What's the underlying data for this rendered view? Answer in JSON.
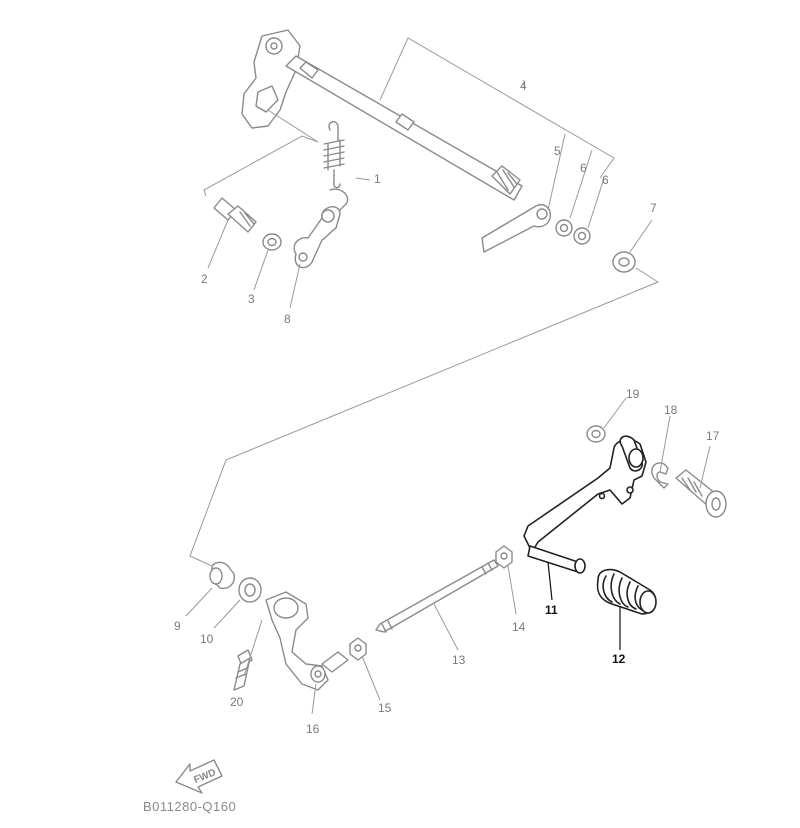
{
  "diagram": {
    "drawing_code": "B011280-Q160",
    "fwd_label": "FWD",
    "callouts": [
      {
        "id": "c1",
        "label": "1",
        "highlight": false
      },
      {
        "id": "c2",
        "label": "2",
        "highlight": false
      },
      {
        "id": "c3",
        "label": "3",
        "highlight": false
      },
      {
        "id": "c4",
        "label": "4",
        "highlight": false
      },
      {
        "id": "c5",
        "label": "5",
        "highlight": false
      },
      {
        "id": "c6a",
        "label": "6",
        "highlight": false
      },
      {
        "id": "c6b",
        "label": "6",
        "highlight": false
      },
      {
        "id": "c7",
        "label": "7",
        "highlight": false
      },
      {
        "id": "c8",
        "label": "8",
        "highlight": false
      },
      {
        "id": "c9",
        "label": "9",
        "highlight": false
      },
      {
        "id": "c10",
        "label": "10",
        "highlight": false
      },
      {
        "id": "c11",
        "label": "11",
        "highlight": true
      },
      {
        "id": "c12",
        "label": "12",
        "highlight": true
      },
      {
        "id": "c13",
        "label": "13",
        "highlight": false
      },
      {
        "id": "c14",
        "label": "14",
        "highlight": false
      },
      {
        "id": "c15",
        "label": "15",
        "highlight": false
      },
      {
        "id": "c16",
        "label": "16",
        "highlight": false
      },
      {
        "id": "c17",
        "label": "17",
        "highlight": false
      },
      {
        "id": "c18",
        "label": "18",
        "highlight": false
      },
      {
        "id": "c19",
        "label": "19",
        "highlight": false
      },
      {
        "id": "c20",
        "label": "20",
        "highlight": false
      }
    ]
  }
}
